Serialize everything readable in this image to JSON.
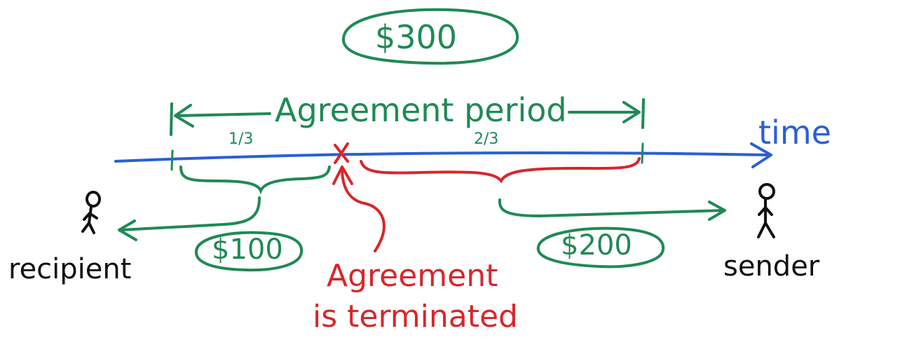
{
  "labels": {
    "total_amount": "$300",
    "agreement_period": "Agreement period",
    "time": "time",
    "first_fraction": "1/3",
    "second_fraction": "2/3",
    "recipient_amount": "$100",
    "sender_amount": "$200",
    "recipient": "recipient",
    "sender": "sender",
    "terminated_line1": "Agreement",
    "terminated_line2": "is terminated"
  },
  "colors": {
    "green": "#1f8a55",
    "blue": "#2a5fd6",
    "red": "#d8262b",
    "black": "#111111"
  }
}
